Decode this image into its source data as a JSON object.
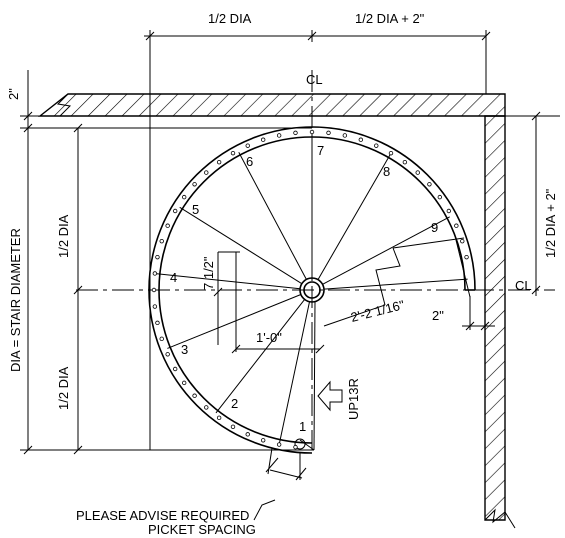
{
  "dimensions": {
    "top_left": "1/2 DIA",
    "top_right": "1/2 DIA + 2\"",
    "left_gap": "2\"",
    "left_full": "DIA = STAIR DIAMETER",
    "left_upper": "1/2 DIA",
    "left_lower": "1/2 DIA",
    "right_upper": "1/2 DIA + 2\"",
    "riser": "7 1/2\"",
    "tread": "1'-0\"",
    "radius": "2'-2 1/16\"",
    "wall_gap": "2\""
  },
  "centerline": {
    "vertical": "CL",
    "horizontal": "CL"
  },
  "direction": "UP13R",
  "steps": [
    "1",
    "2",
    "3",
    "4",
    "5",
    "6",
    "7",
    "8",
    "9"
  ],
  "note": {
    "line1": "PLEASE ADVISE REQUIRED",
    "line2": "PICKET SPACING"
  }
}
